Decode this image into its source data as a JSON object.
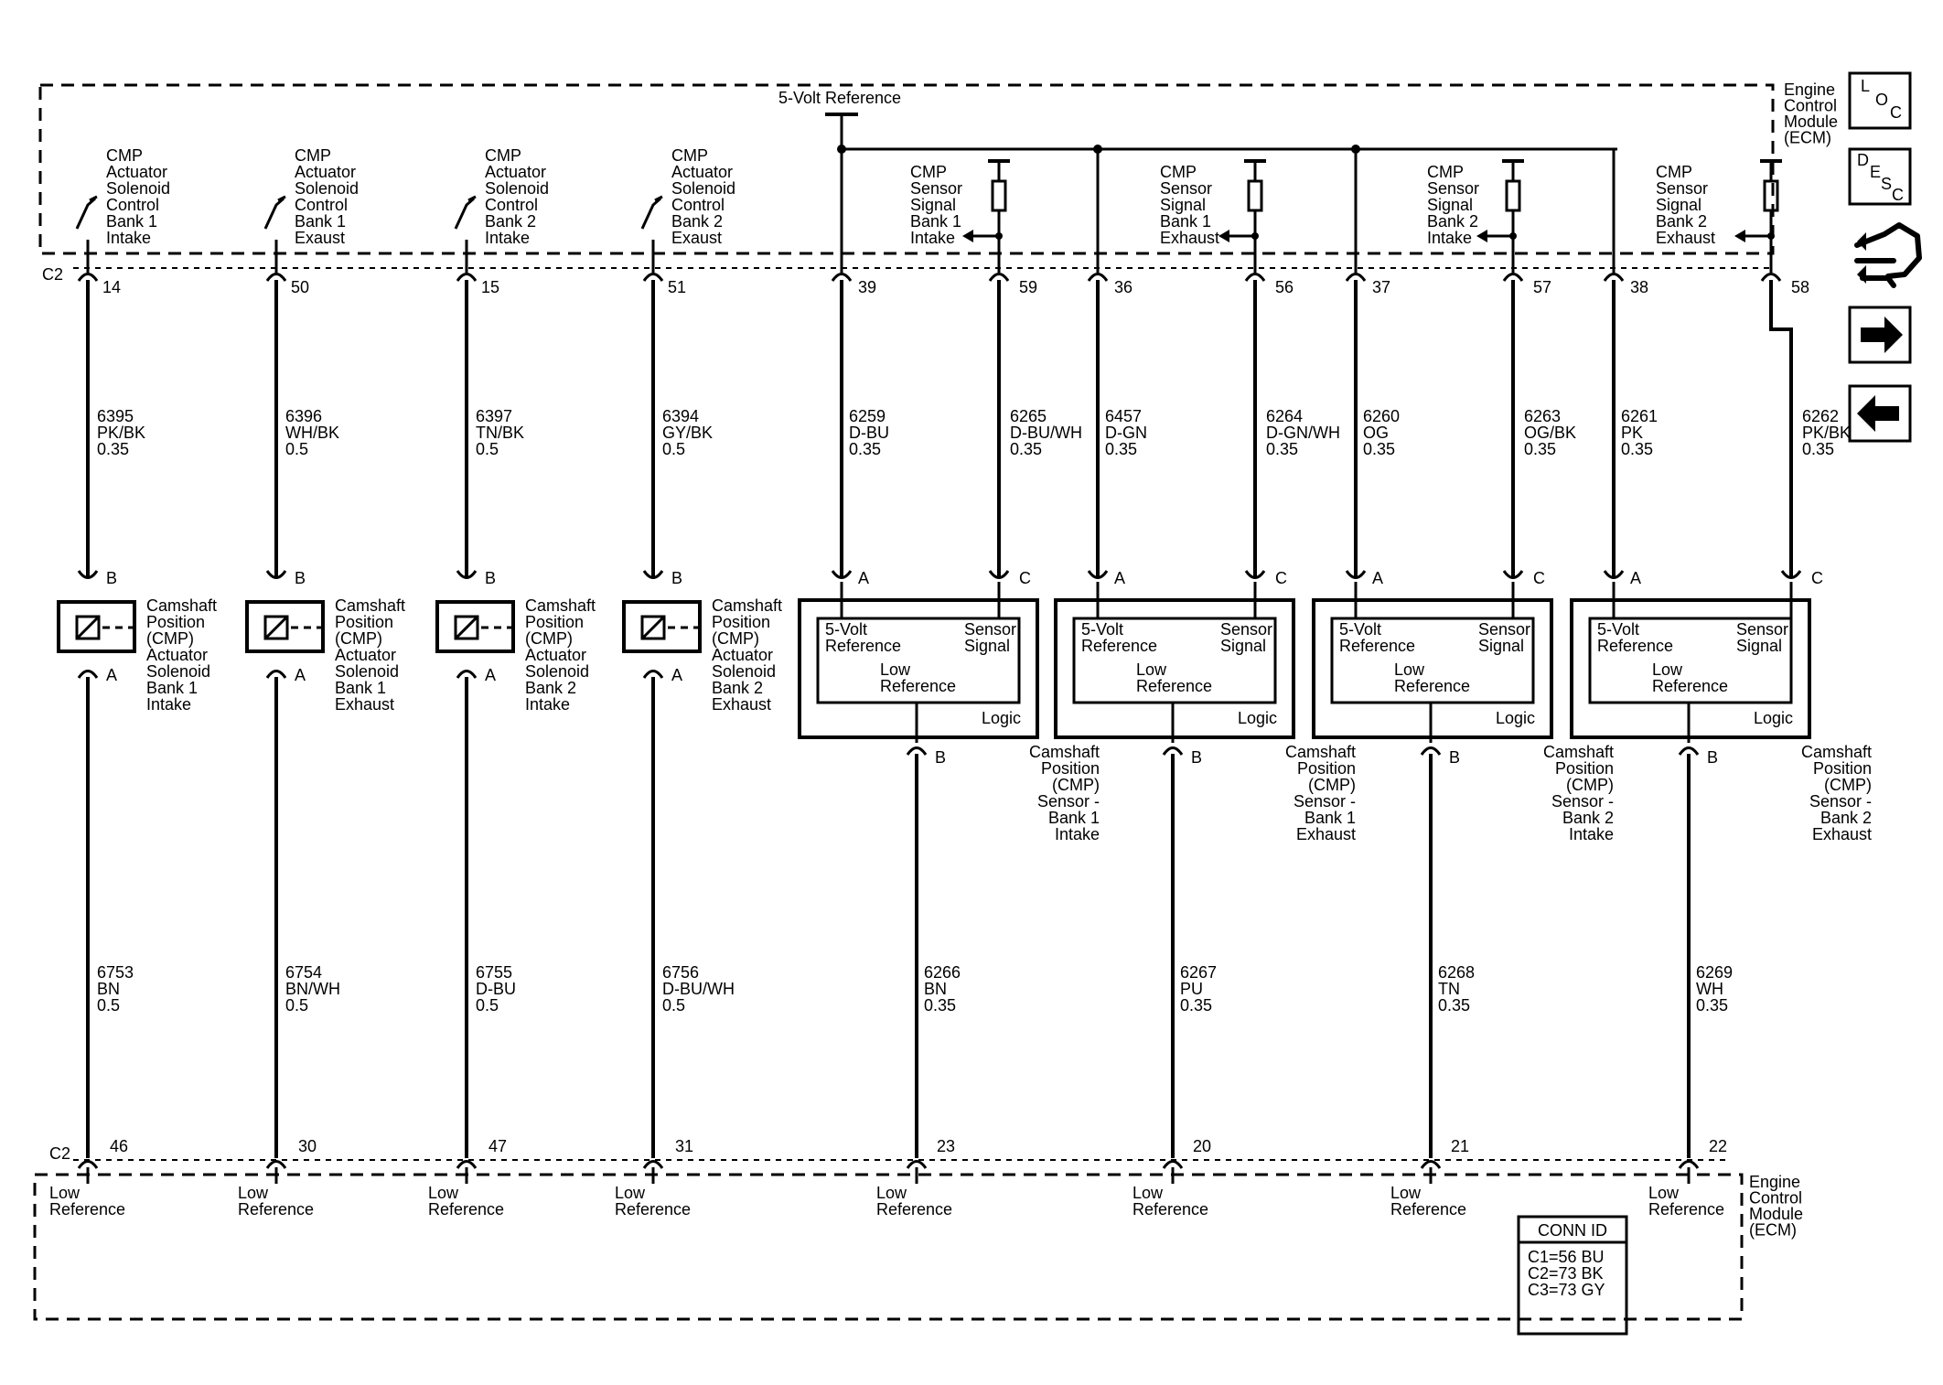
{
  "top_ecm_label": [
    "Engine",
    "Control",
    "Module",
    "(ECM)"
  ],
  "bottom_ecm_label": [
    "Engine",
    "Control",
    "Module",
    "(ECM)"
  ],
  "five_volt_reference": "5-Volt Reference",
  "connector_top": "C2",
  "connector_bottom": "C2",
  "nav": {
    "loc": [
      "L",
      "O",
      "C"
    ],
    "desc": [
      "D",
      "E",
      "S",
      "C"
    ]
  },
  "actuator_circuits": [
    {
      "ecm_label": [
        "CMP",
        "Actuator",
        "Solenoid",
        "Control",
        "Bank 1",
        "Intake"
      ],
      "top_pin": "14",
      "top_wire": [
        "6395",
        "PK/BK",
        "0.35"
      ],
      "conn_top": "B",
      "conn_bottom": "A",
      "component": [
        "Camshaft",
        "Position",
        "(CMP)",
        "Actuator",
        "Solenoid",
        "Bank 1",
        "Intake"
      ],
      "bottom_wire": [
        "6753",
        "BN",
        "0.5"
      ],
      "bottom_pin": "46",
      "low_ref": [
        "Low",
        "Reference"
      ]
    },
    {
      "ecm_label": [
        "CMP",
        "Actuator",
        "Solenoid",
        "Control",
        "Bank 1",
        "Exaust"
      ],
      "top_pin": "50",
      "top_wire": [
        "6396",
        "WH/BK",
        "0.5"
      ],
      "conn_top": "B",
      "conn_bottom": "A",
      "component": [
        "Camshaft",
        "Position",
        "(CMP)",
        "Actuator",
        "Solenoid",
        "Bank 1",
        "Exhaust"
      ],
      "bottom_wire": [
        "6754",
        "BN/WH",
        "0.5"
      ],
      "bottom_pin": "30",
      "low_ref": [
        "Low",
        "Reference"
      ]
    },
    {
      "ecm_label": [
        "CMP",
        "Actuator",
        "Solenoid",
        "Control",
        "Bank 2",
        "Intake"
      ],
      "top_pin": "15",
      "top_wire": [
        "6397",
        "TN/BK",
        "0.5"
      ],
      "conn_top": "B",
      "conn_bottom": "A",
      "component": [
        "Camshaft",
        "Position",
        "(CMP)",
        "Actuator",
        "Solenoid",
        "Bank 2",
        "Intake"
      ],
      "bottom_wire": [
        "6755",
        "D-BU",
        "0.5"
      ],
      "bottom_pin": "47",
      "low_ref": [
        "Low",
        "Reference"
      ]
    },
    {
      "ecm_label": [
        "CMP",
        "Actuator",
        "Solenoid",
        "Control",
        "Bank 2",
        "Exaust"
      ],
      "top_pin": "51",
      "top_wire": [
        "6394",
        "GY/BK",
        "0.5"
      ],
      "conn_top": "B",
      "conn_bottom": "A",
      "component": [
        "Camshaft",
        "Position",
        "(CMP)",
        "Actuator",
        "Solenoid",
        "Bank 2",
        "Exhaust"
      ],
      "bottom_wire": [
        "6756",
        "D-BU/WH",
        "0.5"
      ],
      "bottom_pin": "31",
      "low_ref": [
        "Low",
        "Reference"
      ]
    }
  ],
  "sensor_circuits": [
    {
      "ecm_label": [
        "CMP",
        "Sensor",
        "Signal",
        "Bank 1",
        "Intake"
      ],
      "ref_pin": "39",
      "ref_wire": [
        "6259",
        "D-BU",
        "0.35"
      ],
      "sig_pin": "59",
      "sig_wire": [
        "6265",
        "D-BU/WH",
        "0.35"
      ],
      "conn_a": "A",
      "conn_c": "C",
      "conn_b": "B",
      "box": {
        "ref": [
          "5-Volt",
          "Reference"
        ],
        "sig": [
          "Sensor",
          "Signal"
        ],
        "low": [
          "Low",
          "Reference"
        ],
        "logic": "Logic"
      },
      "component": [
        "Camshaft",
        "Position",
        "(CMP)",
        "Sensor -",
        "Bank 1",
        "Intake"
      ],
      "low_wire": [
        "6266",
        "BN",
        "0.35"
      ],
      "low_pin": "23",
      "low_ref": [
        "Low",
        "Reference"
      ]
    },
    {
      "ecm_label": [
        "CMP",
        "Sensor",
        "Signal",
        "Bank 1",
        "Exhaust"
      ],
      "ref_pin": "36",
      "ref_wire": [
        "6457",
        "D-GN",
        "0.35"
      ],
      "sig_pin": "56",
      "sig_wire": [
        "6264",
        "D-GN/WH",
        "0.35"
      ],
      "conn_a": "A",
      "conn_c": "C",
      "conn_b": "B",
      "box": {
        "ref": [
          "5-Volt",
          "Reference"
        ],
        "sig": [
          "Sensor",
          "Signal"
        ],
        "low": [
          "Low",
          "Reference"
        ],
        "logic": "Logic"
      },
      "component": [
        "Camshaft",
        "Position",
        "(CMP)",
        "Sensor -",
        "Bank 1",
        "Exhaust"
      ],
      "low_wire": [
        "6267",
        "PU",
        "0.35"
      ],
      "low_pin": "20",
      "low_ref": [
        "Low",
        "Reference"
      ]
    },
    {
      "ecm_label": [
        "CMP",
        "Sensor",
        "Signal",
        "Bank 2",
        "Intake"
      ],
      "ref_pin": "37",
      "ref_wire": [
        "6260",
        "OG",
        "0.35"
      ],
      "sig_pin": "57",
      "sig_wire": [
        "6263",
        "OG/BK",
        "0.35"
      ],
      "conn_a": "A",
      "conn_c": "C",
      "conn_b": "B",
      "box": {
        "ref": [
          "5-Volt",
          "Reference"
        ],
        "sig": [
          "Sensor",
          "Signal"
        ],
        "low": [
          "Low",
          "Reference"
        ],
        "logic": "Logic"
      },
      "component": [
        "Camshaft",
        "Position",
        "(CMP)",
        "Sensor -",
        "Bank 2",
        "Intake"
      ],
      "low_wire": [
        "6268",
        "TN",
        "0.35"
      ],
      "low_pin": "21",
      "low_ref": [
        "Low",
        "Reference"
      ]
    },
    {
      "ecm_label": [
        "CMP",
        "Sensor",
        "Signal",
        "Bank 2",
        "Exhaust"
      ],
      "ref_pin": "38",
      "ref_wire": [
        "6261",
        "PK",
        "0.35"
      ],
      "sig_pin": "58",
      "sig_wire": [
        "6262",
        "PK/BK",
        "0.35"
      ],
      "conn_a": "A",
      "conn_c": "C",
      "conn_b": "B",
      "box": {
        "ref": [
          "5-Volt",
          "Reference"
        ],
        "sig": [
          "Sensor",
          "Signal"
        ],
        "low": [
          "Low",
          "Reference"
        ],
        "logic": "Logic"
      },
      "component": [
        "Camshaft",
        "Position",
        "(CMP)",
        "Sensor -",
        "Bank 2",
        "Exhaust"
      ],
      "low_wire": [
        "6269",
        "WH",
        "0.35"
      ],
      "low_pin": "22",
      "low_ref": [
        "Low",
        "Reference"
      ]
    }
  ],
  "conn_id": {
    "title": "CONN ID",
    "rows": [
      "C1=56 BU",
      "C2=73 BK",
      "C3=73 GY"
    ]
  }
}
